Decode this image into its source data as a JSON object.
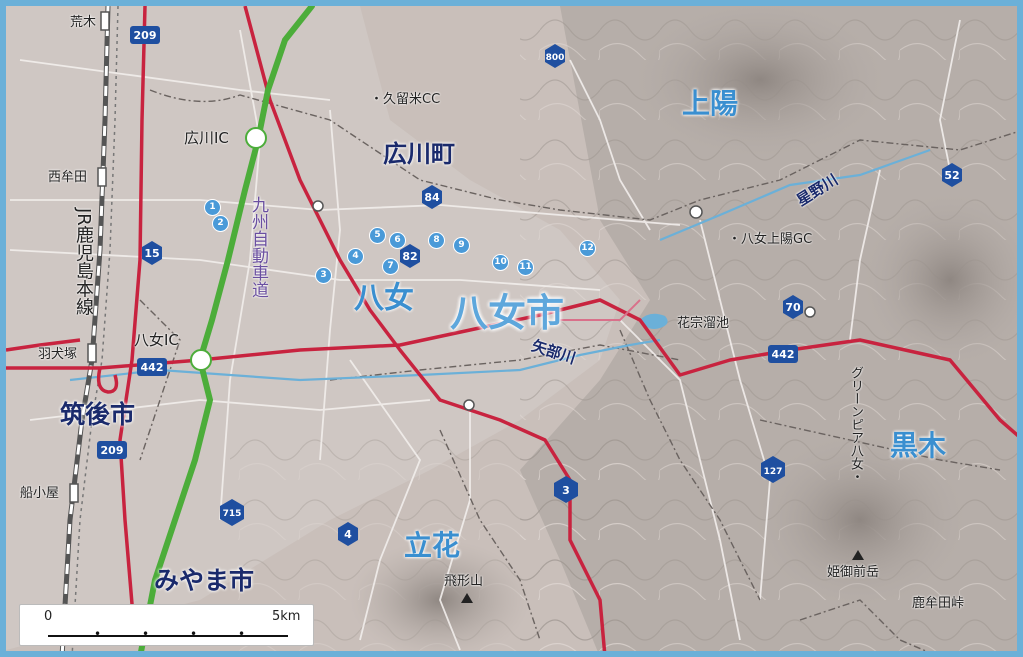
{
  "municipalities": {
    "hirokawa": "広川町",
    "chikugo": "筑後市",
    "miyama": "みやま市"
  },
  "districts": {
    "joyo": "上陽",
    "kurogi": "黒木",
    "tachibana": "立花",
    "yame_district": "八女"
  },
  "main_city": "八女市",
  "interchanges": {
    "hirokawa_ic": "広川IC",
    "yame_ic": "八女IC"
  },
  "expressway": "九州自動車道",
  "railway": "JR鹿児島本線",
  "stations": {
    "araki": "荒木",
    "nishimuta": "西牟田",
    "hainuzuka": "羽犬塚",
    "funagoya": "船小屋"
  },
  "places": {
    "kurume_cc": "・久留米CC",
    "yame_joyo_gc": "・八女上陽GC",
    "kasotameike": "花宗溜池",
    "greenpia": "グリーンピア八女・",
    "tobikatayama": "飛形山",
    "himemidake": "姫御前岳",
    "kamutatoge": "鹿牟田峠"
  },
  "rivers": {
    "yabe": "矢部川",
    "hoshino": "星野川"
  },
  "routes": {
    "r209a": "209",
    "r209b": "209",
    "r800": "800",
    "r84": "84",
    "r82": "82",
    "r15": "15",
    "r442a": "442",
    "r442b": "442",
    "r52": "52",
    "r70": "70",
    "r127": "127",
    "r3": "3",
    "r4": "4",
    "r715": "715"
  },
  "spots": [
    "1",
    "2",
    "3",
    "4",
    "5",
    "6",
    "7",
    "8",
    "9",
    "10",
    "11",
    "12"
  ],
  "scale": {
    "zero": "0",
    "five": "5km"
  },
  "colors": {
    "flat_land": "#c9bfba",
    "mountain": "#a9a19c",
    "national_road": "#c8233f",
    "expressway": "#4cad3a",
    "water": "#6bb0d8",
    "district_label": "#3a8fd0",
    "municipality_label": "#1a2a6c",
    "route_shield": "#1f4fa0"
  }
}
